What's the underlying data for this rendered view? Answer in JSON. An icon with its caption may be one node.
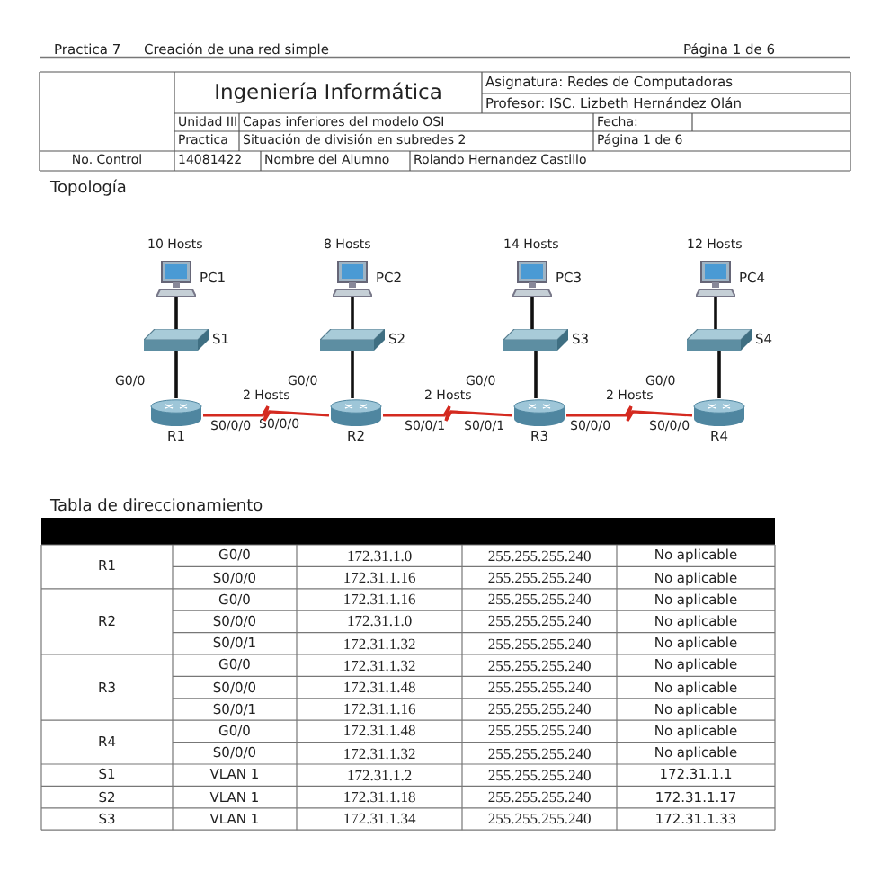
{
  "diagram": {
    "nodes": [
      {
        "text": [
          "PC1"
        ],
        "beside": [
          "10 Hosts"
        ]
      },
      {
        "text": [
          "PC2"
        ],
        "beside": [
          "8 Hosts"
        ]
      },
      {
        "text": [
          "PC3"
        ],
        "beside": [
          "14 Hosts"
        ]
      },
      {
        "text": [
          "PC4"
        ],
        "beside": [
          "12 Hosts"
        ]
      },
      {
        "text": [
          "S1"
        ]
      },
      {
        "text": [
          "S2"
        ]
      },
      {
        "text": [
          "S3"
        ]
      },
      {
        "text": [
          "S4"
        ]
      },
      {
        "text": [
          "R1"
        ]
      },
      {
        "text": [
          "R2"
        ]
      },
      {
        "text": [
          "R3"
        ]
      },
      {
        "text": [
          "R4"
        ]
      }
    ],
    "edges": [
      {
        "from": 0,
        "to": 4,
        "arrow": "none"
      },
      {
        "from": 1,
        "to": 5,
        "arrow": "none"
      },
      {
        "from": 2,
        "to": 6,
        "arrow": "none"
      },
      {
        "from": 3,
        "to": 7,
        "arrow": "none"
      },
      {
        "from": 4,
        "to": 8,
        "arrow": "none"
      },
      {
        "from": 5,
        "to": 9,
        "arrow": "none"
      },
      {
        "from": 6,
        "to": 10,
        "arrow": "none"
      },
      {
        "from": 7,
        "to": 11,
        "arrow": "none"
      },
      {
        "from": 8,
        "to": 9,
        "arrow": "none",
        "label": "2 Hosts",
        "color": "#d42a20"
      },
      {
        "from": 9,
        "to": 10,
        "arrow": "none",
        "label": "2 Hosts",
        "color": "#d42a20"
      },
      {
        "from": 10,
        "to": 11,
        "arrow": "none",
        "label": "2 Hosts",
        "color": "#d42a20"
      }
    ],
    "labels": [
      "Practica 7",
      "Creación de una red simple",
      "Página 1 de 6",
      "Ingeniería Informática",
      "Asignatura: Redes de Computadoras",
      "Profesor: ISC. Lizbeth Hernández Olán",
      "Unidad III",
      "Capas inferiores del modelo OSI",
      "Fecha:",
      "Practica",
      "Situación de división en subredes  2",
      "Página 1 de 6",
      "No. Control",
      "14081422",
      "Nombre del Alumno",
      "Rolando Hernandez Castillo",
      "Topología",
      "G0/0",
      "S0/0/0",
      "G0/0",
      "S0/0/0",
      "S0/0/1",
      "G0/0",
      "S0/0/1",
      "S0/0/0",
      "G0/0",
      "S0/0/0",
      "Tabla de direccionamiento",
      "R1",
      "G0/0",
      "172.31.1.0",
      "255.255.255.240",
      "No aplicable",
      "S0/0/0",
      "172.31.1.16",
      "255.255.255.240",
      "No aplicable",
      "R2",
      "G0/0",
      "172.31.1.16",
      "255.255.255.240",
      "No aplicable",
      "S0/0/0",
      "172.31.1.0",
      "255.255.255.240",
      "No aplicable",
      "S0/0/1",
      "172.31.1.32",
      "255.255.255.240",
      "No aplicable",
      "R3",
      "G0/0",
      "172.31.1.32",
      "255.255.255.240",
      "No aplicable",
      "S0/0/0",
      "172.31.1.48",
      "255.255.255.240",
      "No aplicable",
      "S0/0/1",
      "172.31.1.16",
      "255.255.255.240",
      "No aplicable",
      "R4",
      "G0/0",
      "172.31.1.48",
      "255.255.255.240",
      "No aplicable",
      "S0/0/0",
      "172.31.1.32",
      "255.255.255.240",
      "No aplicable",
      "S1",
      "VLAN 1",
      "172.31.1.2",
      "255.255.255.240",
      "172.31.1.1",
      "S2",
      "VLAN 1",
      "172.31.1.18",
      "255.255.255.240",
      "172.31.1.17",
      "S3",
      "VLAN 1",
      "172.31.1.34",
      "255.255.255.240",
      "172.31.1.33"
    ]
  }
}
